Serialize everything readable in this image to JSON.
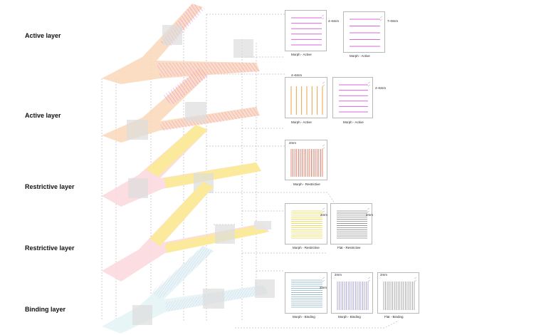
{
  "layers": [
    {
      "label": "Active layer"
    },
    {
      "label": "Active layer"
    },
    {
      "label": "Restrictive layer"
    },
    {
      "label": "Restrictive layer"
    },
    {
      "label": "Binding layer"
    }
  ],
  "panels": [
    {
      "caption": "Morph - Active",
      "dimension": "4~6mm",
      "color": "#d86ad8",
      "orientation": "horizontal",
      "count": 6
    },
    {
      "caption": "Morph - Active",
      "dimension": "7~9mm",
      "color": "#d86ad8",
      "orientation": "horizontal",
      "count": 5
    },
    {
      "caption": "Morph - Active",
      "dimension": "4~6mm",
      "color": "#e8a04a",
      "orientation": "vertical",
      "count": 7
    },
    {
      "caption": "Morph - Active",
      "dimension": "4~6mm",
      "color": "#d86ad8",
      "orientation": "horizontal",
      "count": 6
    },
    {
      "caption": "Morph - Restrictive",
      "dimension": "2mm",
      "color": "#d9654f",
      "orientation": "vertical",
      "count": 18
    },
    {
      "caption": "Morph - Restrictive",
      "dimension": "2mm",
      "color": "#e8d84a",
      "orientation": "horizontal",
      "count": 14
    },
    {
      "caption": "Flat - Restrictive",
      "dimension": "2mm",
      "color": "#888888",
      "orientation": "horizontal",
      "count": 14
    },
    {
      "caption": "Morph - Binding",
      "dimension": "2mm",
      "color": "#8ab0c0",
      "orientation": "horizontal",
      "count": 14
    },
    {
      "caption": "Morph - Binding",
      "dimension": "2mm",
      "color": "#9a94c8",
      "orientation": "vertical",
      "count": 18
    },
    {
      "caption": "Flat - Binding",
      "dimension": "2mm",
      "color": "#999999",
      "orientation": "vertical",
      "count": 18
    }
  ]
}
